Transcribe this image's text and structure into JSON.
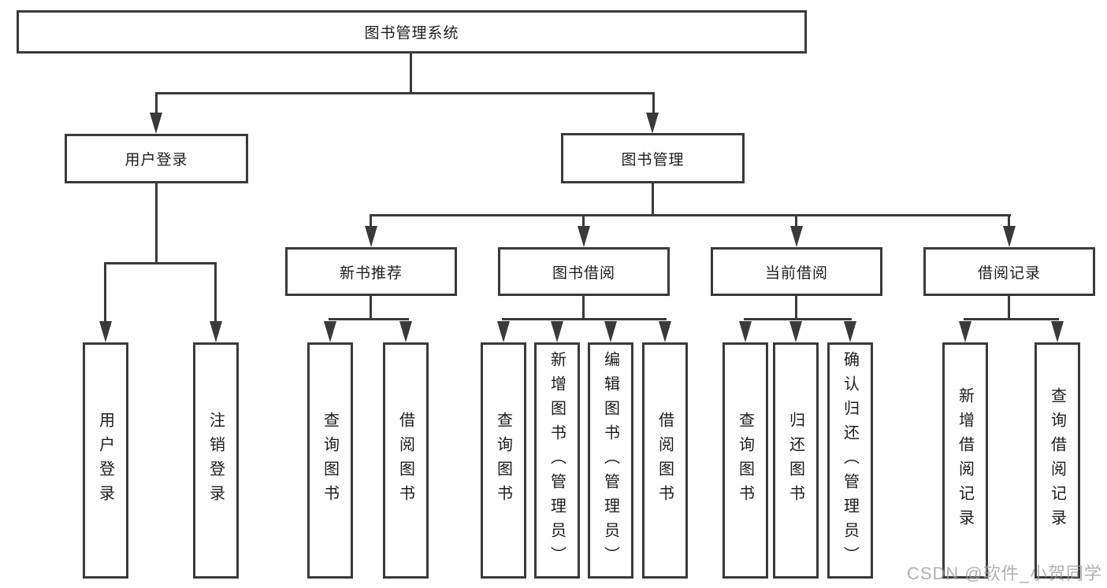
{
  "colors": {
    "line": "#3a3a3a",
    "text": "#1c1c1c",
    "wm": "#9e9e9e",
    "bg": "#ffffff"
  },
  "nodes": {
    "root": "图书管理系统",
    "branches": [
      {
        "label": "用户登录",
        "children": [
          "用户登录",
          "注销登录"
        ]
      },
      {
        "label": "图书管理",
        "sections": [
          {
            "label": "新书推荐",
            "children": [
              "查询图书",
              "借阅图书"
            ]
          },
          {
            "label": "图书借阅",
            "children": [
              "查询图书",
              "新增图书（管理员）",
              "编辑图书（管理员）",
              "借阅图书"
            ]
          },
          {
            "label": "当前借阅",
            "children": [
              "查询图书",
              "归还图书",
              "确认归还（管理员）"
            ]
          },
          {
            "label": "借阅记录",
            "children": [
              "新增借阅记录",
              "查询借阅记录"
            ]
          }
        ]
      }
    ]
  },
  "watermark": "CSDN @软件_小贺同学"
}
